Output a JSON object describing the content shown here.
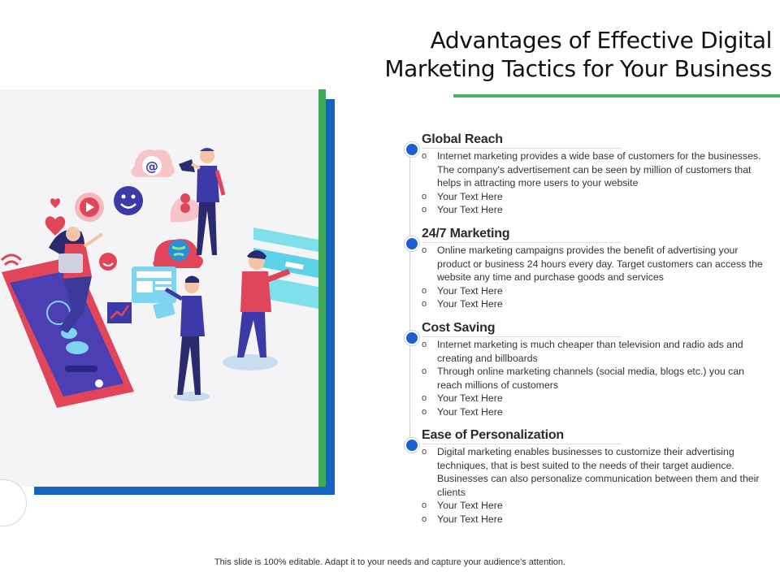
{
  "title": {
    "line1": "Advantages of Effective Digital",
    "line2": "Marketing Tactics for Your Business"
  },
  "bullet_glyph": "o",
  "sections": [
    {
      "heading": "Global Reach",
      "items": [
        "Internet marketing provides a wide base of customers for the businesses. The company's advertisement can be seen by million of customers that helps in attracting more users to your website",
        "Your Text Here",
        "Your Text Here"
      ]
    },
    {
      "heading": "24/7 Marketing",
      "items": [
        "Online marketing campaigns provides the benefit of advertising your product or business 24 hours every day. Target customers can access the website any time and purchase goods and services",
        "Your Text Here",
        "Your Text Here"
      ]
    },
    {
      "heading": "Cost Saving",
      "items": [
        "Internet marketing is much cheaper than television and radio ads and creating and billboards",
        "Through online marketing channels (social media, blogs etc.) you can reach millions of customers",
        "Your Text Here",
        "Your Text Here"
      ]
    },
    {
      "heading": "Ease of Personalization",
      "items": [
        "Digital marketing enables businesses to customize their advertising techniques, that is best suited to the needs of their target audience. Businesses can also personalize communication between them and their clients",
        "Your Text Here",
        "Your Text Here"
      ]
    }
  ],
  "illustration": {
    "at_symbol": "@"
  },
  "footer": "This slide is 100% editable. Adapt it to your needs and capture your audience’s attention.",
  "colors": {
    "accent_blue": "#1565c0",
    "accent_green": "#43a85a",
    "dot_blue": "#1e5fd0"
  }
}
